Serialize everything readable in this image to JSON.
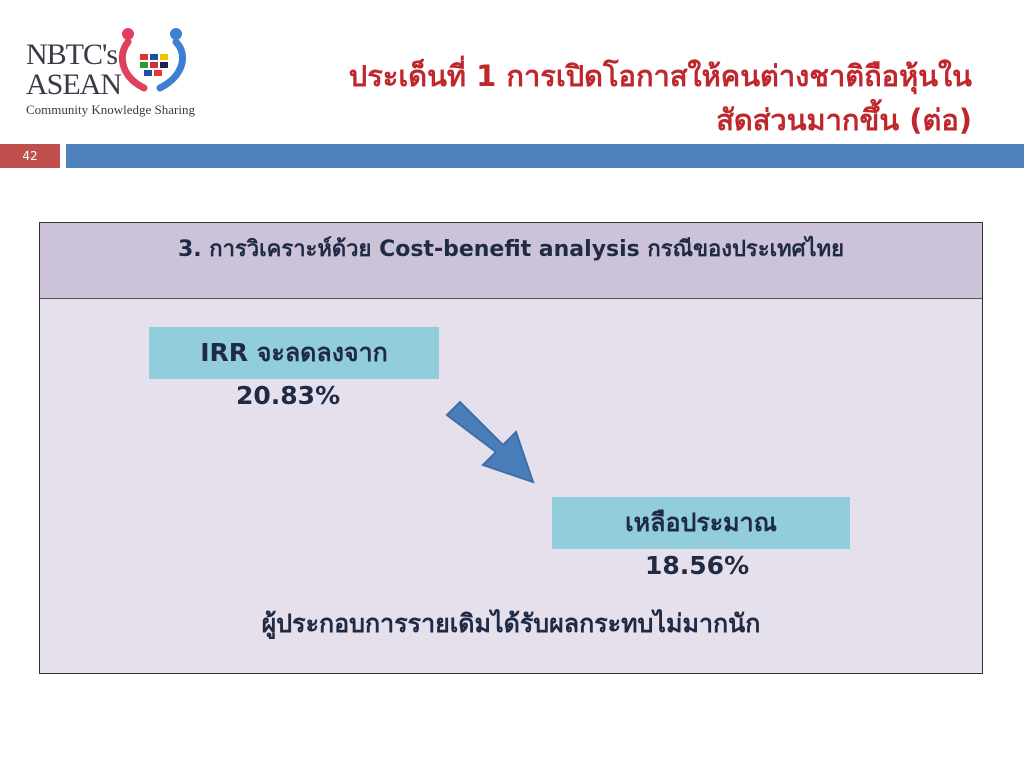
{
  "logo": {
    "line1": "NBTC's",
    "line2": "ASEAN",
    "subtitle": "Community Knowledge Sharing"
  },
  "slide": {
    "number": "42",
    "title_line1": "ประเด็นที่ 1 การเปิดโอกาสให้คนต่างชาติถือหุ้นใน",
    "title_line2": "สัดส่วนมากขึ้น (ต่อ)"
  },
  "content": {
    "header": "3.  การวิเคราะห์ด้วย Cost-benefit analysis  กรณีของประเทศไทย",
    "irr_label": "IRR จะลดลงจาก",
    "irr_from": "20.83%",
    "remain_label": "เหลือประมาณ",
    "irr_to": "18.56%",
    "conclusion": "ผู้ประกอบการรายเดิมได้รับผลกระทบไม่มากนัก"
  },
  "colors": {
    "title": "#c0272d",
    "bar_blue": "#4f81bd",
    "number_badge": "#c0504d",
    "box_fill": "#e6dfec",
    "box_header": "#cdc3d9",
    "tag_fill": "#92cddc",
    "arrow": "#4a7ebb"
  }
}
